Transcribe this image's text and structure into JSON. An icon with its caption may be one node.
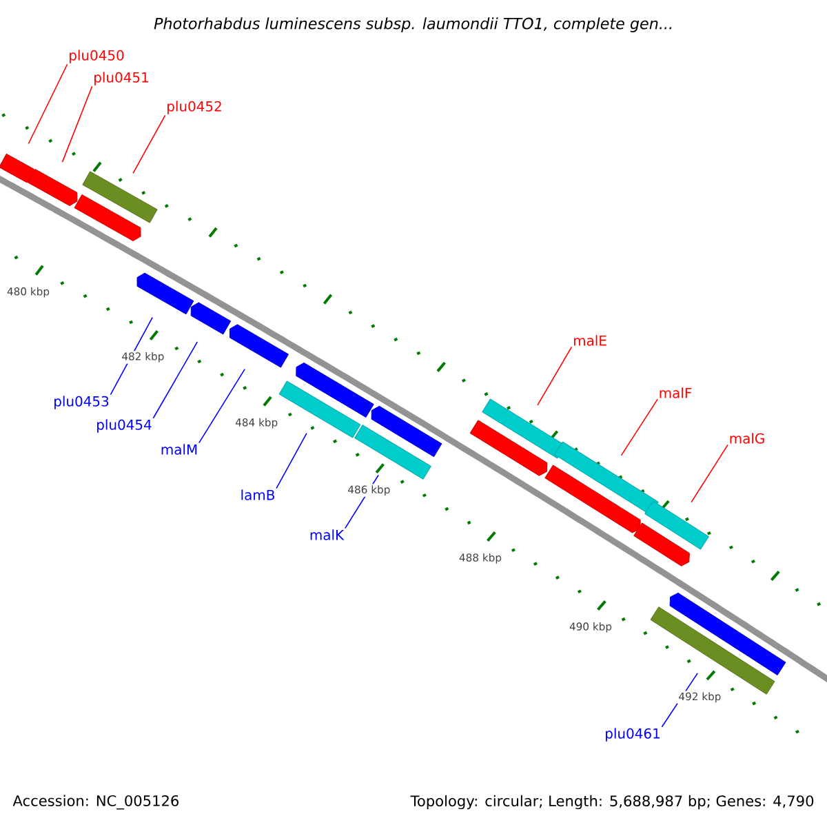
{
  "diagram": {
    "title": "Photorhabdus luminescens subsp. laumondii TTO1, complete gen...",
    "nodes": [
      {
        "text": [],
        "shape": "bar"
      },
      {
        "text": [],
        "shape": "bar"
      },
      {
        "text": [],
        "shape": "bar"
      },
      {
        "text": [],
        "shape": "bar"
      },
      {
        "text": [],
        "shape": "bar"
      },
      {
        "text": [],
        "shape": "bar"
      },
      {
        "text": [],
        "shape": "bar"
      },
      {
        "text": [],
        "shape": "bar"
      },
      {
        "text": [],
        "shape": "bar"
      },
      {
        "text": [],
        "shape": "bar"
      },
      {
        "text": [],
        "shape": "bar"
      },
      {
        "text": [],
        "shape": "bar"
      },
      {
        "text": [],
        "shape": "bar"
      },
      {
        "text": [],
        "shape": "bar"
      },
      {
        "text": [],
        "shape": "bar"
      },
      {
        "text": [],
        "shape": "bar"
      },
      {
        "text": [],
        "shape": "bar"
      },
      {
        "text": [],
        "shape": "bar"
      },
      {
        "text": [],
        "shape": "bar"
      },
      {
        "text": [
          "plu0450"
        ]
      },
      {
        "text": [
          "plu0451"
        ]
      },
      {
        "text": [
          "plu0452"
        ]
      },
      {
        "text": [
          "plu0453"
        ]
      },
      {
        "text": [
          "plu0454"
        ]
      },
      {
        "text": [
          "malM"
        ]
      },
      {
        "text": [
          "lamB"
        ]
      },
      {
        "text": [
          "malK"
        ]
      },
      {
        "text": [
          "malE"
        ]
      },
      {
        "text": [
          "malF"
        ]
      },
      {
        "text": [
          "malG"
        ]
      },
      {
        "text": [
          "plu0461"
        ]
      }
    ],
    "edges": [
      {
        "from": 19,
        "to": 0,
        "arrow": "none"
      },
      {
        "from": 20,
        "to": 1,
        "arrow": "none"
      },
      {
        "from": 21,
        "to": 2,
        "arrow": "none"
      },
      {
        "from": 22,
        "to": 4,
        "arrow": "none",
        "color": "#0000ff"
      },
      {
        "from": 23,
        "to": 5,
        "arrow": "none",
        "color": "#0000ff"
      },
      {
        "from": 24,
        "to": 6,
        "arrow": "none",
        "color": "#0000ff"
      },
      {
        "from": 25,
        "to": 9,
        "arrow": "none",
        "color": "#0000ff"
      },
      {
        "from": 26,
        "to": 10,
        "arrow": "none",
        "color": "#0000ff"
      },
      {
        "from": 27,
        "to": 11,
        "arrow": "none"
      },
      {
        "from": 28,
        "to": 13,
        "arrow": "none"
      },
      {
        "from": 29,
        "to": 15,
        "arrow": "none"
      },
      {
        "from": 30,
        "to": 18,
        "arrow": "none",
        "color": "#0000ff"
      }
    ],
    "labels": [
      "480 kbp",
      "482 kbp",
      "484 kbp",
      "486 kbp",
      "488 kbp",
      "490 kbp",
      "492 kbp",
      "Accession: NC_005126",
      "Topology: circular; Length: 5,688,987 bp; Genes: 4,790"
    ]
  }
}
